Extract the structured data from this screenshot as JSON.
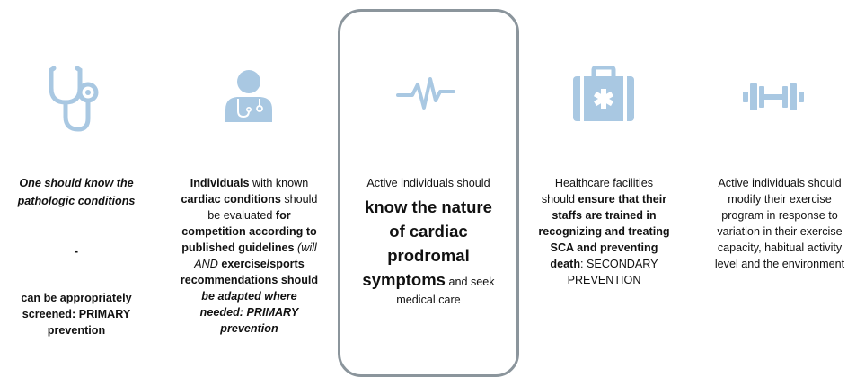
{
  "colors": {
    "icon": "#a9c8e2",
    "frame": "#8b959c",
    "text": "#111111"
  },
  "col1": {
    "icon": "stethoscope-icon",
    "line1": "One should know the",
    "line2": "pathologic conditions",
    "dash": "-",
    "line3": "can be appropriately",
    "line4a": "screened: ",
    "line4b": "PRIMARY",
    "line5": "prevention"
  },
  "col2": {
    "icon": "doctor-icon",
    "l1a": "Individuals",
    "l1b": " with known",
    "l2a": "cardiac conditions",
    "l2b": " should",
    "l3a": "be evaluated ",
    "l3b": "for",
    "l4": "competition according to",
    "l5a": "published guidelines",
    "l5b": " (will",
    "l6a": "AND ",
    "l6b": "exercise/sports",
    "l7": "recommendations should",
    "l8": "be adapted where",
    "l9": "needed: PRIMARY",
    "l10": "prevention"
  },
  "col3": {
    "icon": "heartbeat-icon",
    "l1": "Active individuals should",
    "l2": "know the nature",
    "l3": "of cardiac",
    "l4": "prodromal",
    "l5a": "symptoms",
    "l5b": " and seek",
    "l6": "medical care"
  },
  "col4": {
    "icon": "first-aid-kit-icon",
    "l1": "Healthcare facilities",
    "l2a": "should ",
    "l2b": "ensure that their",
    "l3": "staffs are trained in",
    "l4": "recognizing and treating",
    "l5": "SCA and preventing",
    "l6a": "death",
    "l6b": ": SECONDARY",
    "l7": "PREVENTION"
  },
  "col5": {
    "icon": "dumbbell-icon",
    "l1": "Active individuals should",
    "l2": "modify their exercise",
    "l3": "program in response to",
    "l4": "variation in their exercise",
    "l5": "capacity, habitual activity",
    "l6": "level and the environment"
  }
}
